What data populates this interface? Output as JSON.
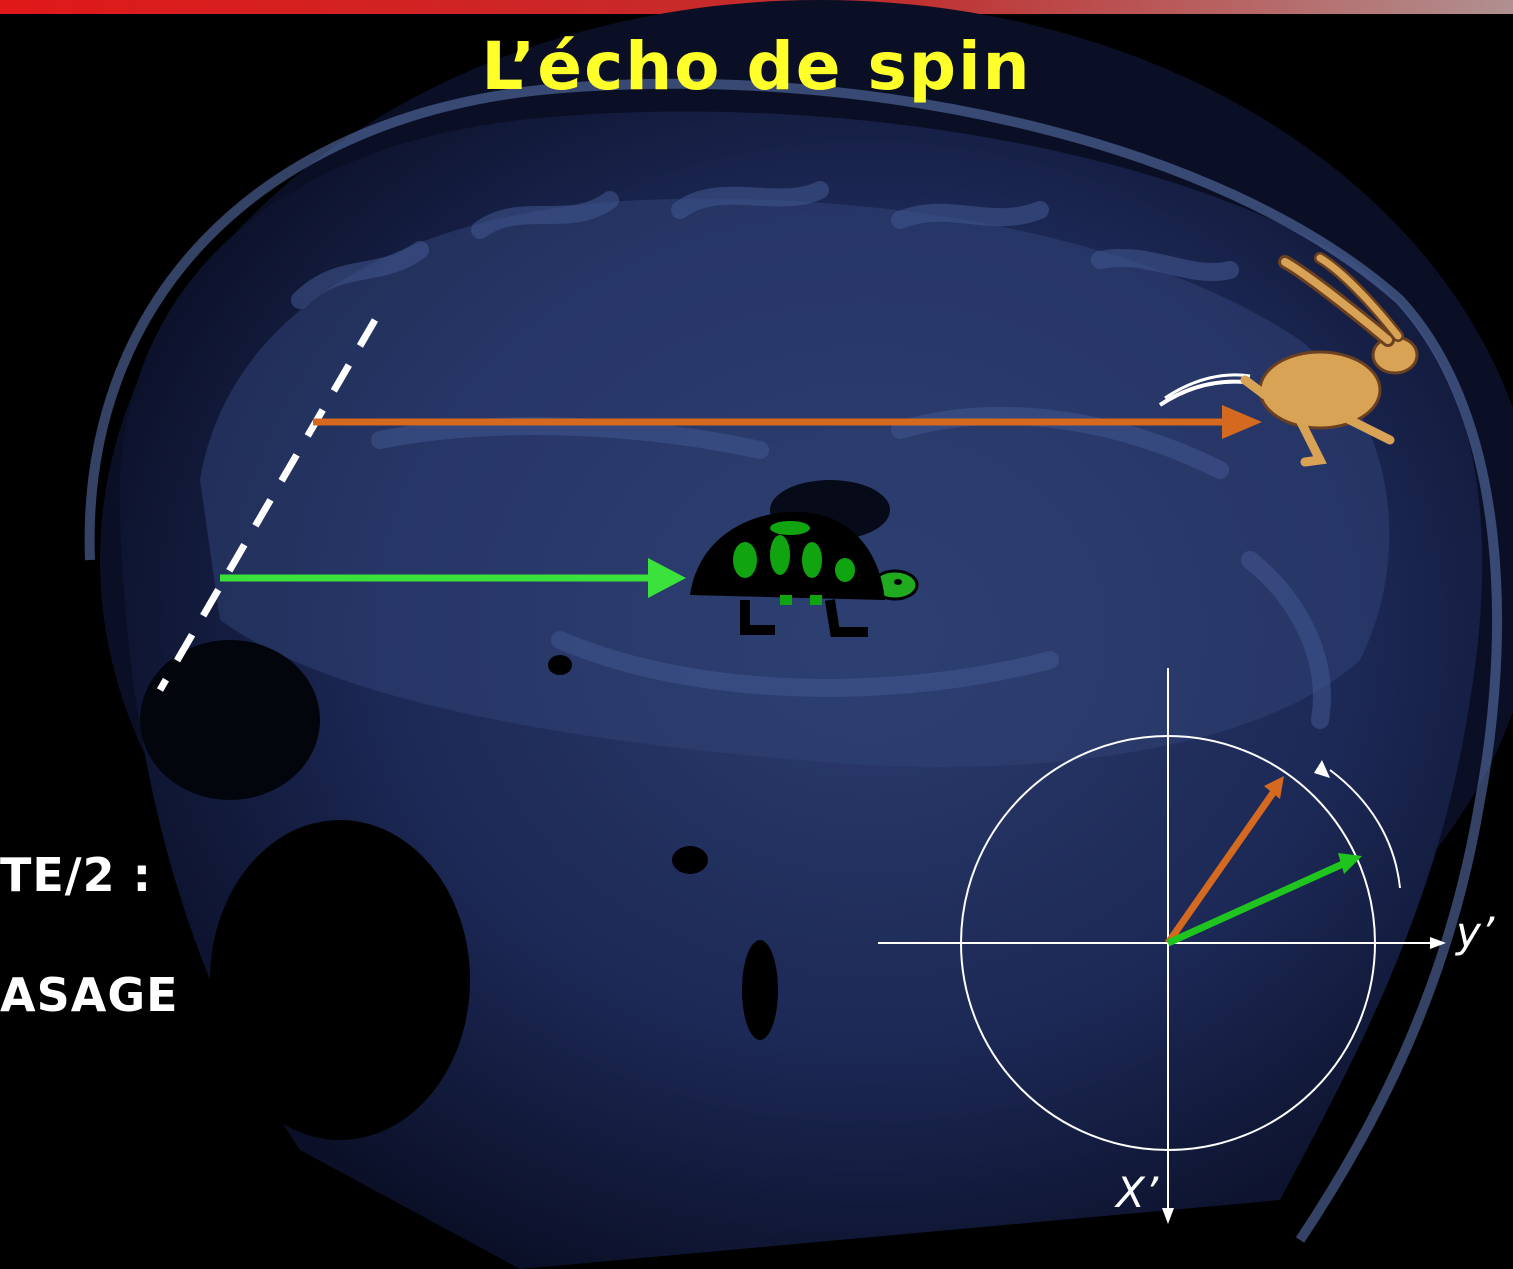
{
  "title": "L’écho de spin",
  "left_text": {
    "line1": "TE/2 :",
    "line2": "ASAGE"
  },
  "axes": {
    "y_label": "y’",
    "x_label": "X’"
  },
  "colors": {
    "title": "#ffff2a",
    "fast_arrow": "#d4691f",
    "slow_arrow": "#3be23b",
    "top_bar": "#e02020",
    "background_scan": "#1a2450"
  },
  "icons": {
    "fast": "hare-icon",
    "slow": "tortoise-icon"
  }
}
